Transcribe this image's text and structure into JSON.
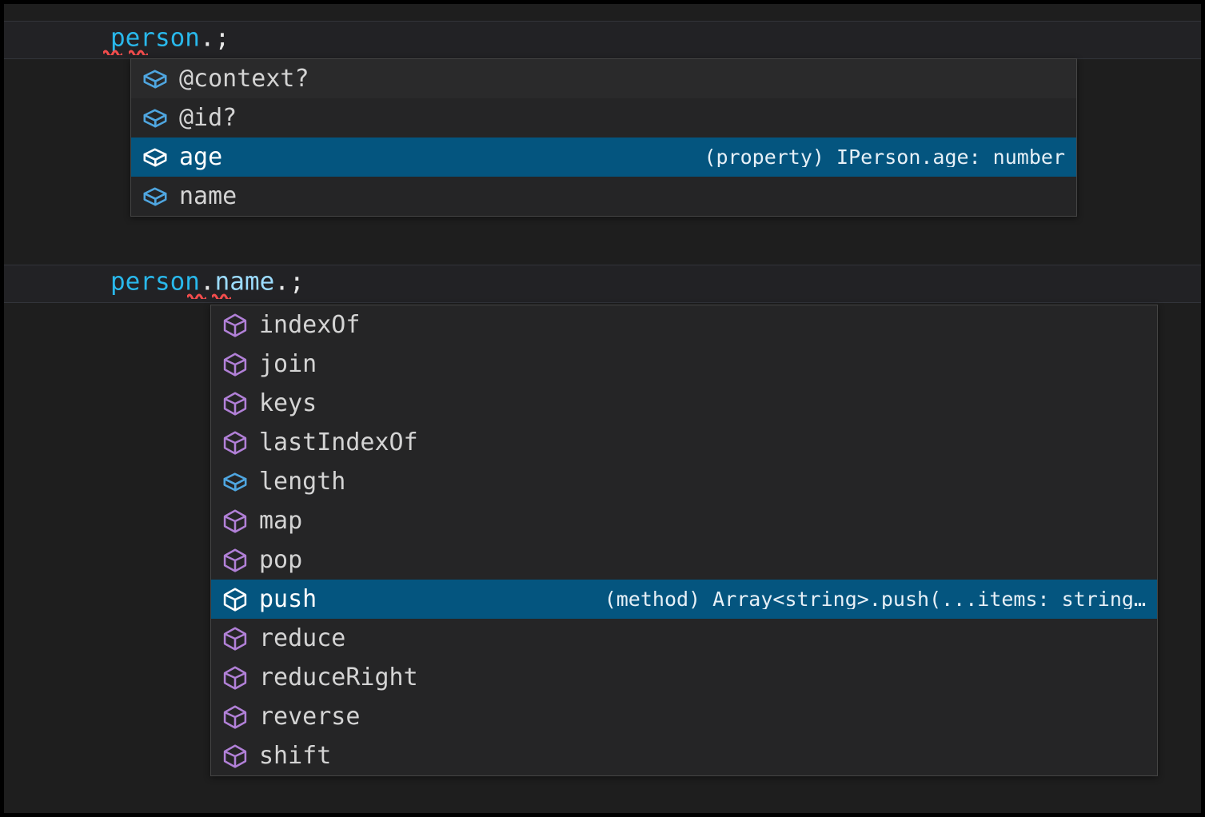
{
  "theme": {
    "editor_background": "#1e1e1e",
    "widget_background": "#252526",
    "widget_border": "#454545",
    "selection_background": "#04557f",
    "variable_color": "#29b8eb",
    "property_color": "#9cdcfe",
    "punctuation_color": "#e8e8e8",
    "squiggle_color": "#f14c4c",
    "property_icon_color": "#4fa6e0",
    "method_icon_color": "#b180d7",
    "selected_icon_color": "#ffffff"
  },
  "editor": {
    "lines": [
      {
        "id": "line-1",
        "tokens": [
          {
            "text": "person",
            "kind": "variable"
          },
          {
            "text": ".",
            "kind": "punct"
          },
          {
            "text": ";",
            "kind": "punct"
          }
        ],
        "plain": "person.;"
      },
      {
        "id": "line-2",
        "tokens": [
          {
            "text": "person",
            "kind": "variable"
          },
          {
            "text": ".",
            "kind": "punct"
          },
          {
            "text": "name",
            "kind": "property"
          },
          {
            "text": ".",
            "kind": "punct"
          },
          {
            "text": ";",
            "kind": "punct"
          }
        ],
        "plain": "person.name.;"
      }
    ]
  },
  "suggest_widgets": [
    {
      "id": "suggest-widget-person",
      "for_expression": "person.",
      "selected_index": 2,
      "items": [
        {
          "label": "@context?",
          "icon": "property-cube-icon",
          "kind": "property",
          "detail": ""
        },
        {
          "label": "@id?",
          "icon": "property-cube-icon",
          "kind": "property",
          "detail": ""
        },
        {
          "label": "age",
          "icon": "property-cube-icon",
          "kind": "property",
          "detail": "(property) IPerson.age: number"
        },
        {
          "label": "name",
          "icon": "property-cube-icon",
          "kind": "property",
          "detail": ""
        }
      ]
    },
    {
      "id": "suggest-widget-person-name",
      "for_expression": "person.name.",
      "selected_index": 7,
      "items": [
        {
          "label": "indexOf",
          "icon": "method-cube-icon",
          "kind": "method",
          "detail": ""
        },
        {
          "label": "join",
          "icon": "method-cube-icon",
          "kind": "method",
          "detail": ""
        },
        {
          "label": "keys",
          "icon": "method-cube-icon",
          "kind": "method",
          "detail": ""
        },
        {
          "label": "lastIndexOf",
          "icon": "method-cube-icon",
          "kind": "method",
          "detail": ""
        },
        {
          "label": "length",
          "icon": "property-cube-icon",
          "kind": "property",
          "detail": ""
        },
        {
          "label": "map",
          "icon": "method-cube-icon",
          "kind": "method",
          "detail": ""
        },
        {
          "label": "pop",
          "icon": "method-cube-icon",
          "kind": "method",
          "detail": ""
        },
        {
          "label": "push",
          "icon": "method-cube-icon",
          "kind": "method",
          "detail": "(method) Array<string>.push(...items: string…"
        },
        {
          "label": "reduce",
          "icon": "method-cube-icon",
          "kind": "method",
          "detail": ""
        },
        {
          "label": "reduceRight",
          "icon": "method-cube-icon",
          "kind": "method",
          "detail": ""
        },
        {
          "label": "reverse",
          "icon": "method-cube-icon",
          "kind": "method",
          "detail": ""
        },
        {
          "label": "shift",
          "icon": "method-cube-icon",
          "kind": "method",
          "detail": ""
        }
      ]
    }
  ]
}
